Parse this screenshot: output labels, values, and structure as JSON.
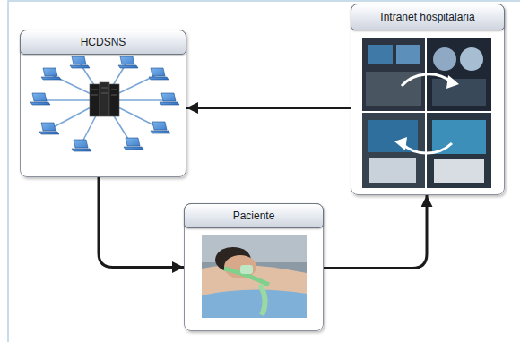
{
  "diagram": {
    "nodes": [
      {
        "text": [
          "HCDSNS"
        ]
      },
      {
        "text": [
          "Intranet hospitalaria"
        ]
      },
      {
        "text": [
          "Paciente"
        ]
      }
    ],
    "edges": [
      {
        "from": 1,
        "to": 0,
        "arrow": "to"
      },
      {
        "from": 0,
        "to": 2,
        "arrow": "to"
      },
      {
        "from": 2,
        "to": 1,
        "arrow": "to"
      }
    ]
  }
}
